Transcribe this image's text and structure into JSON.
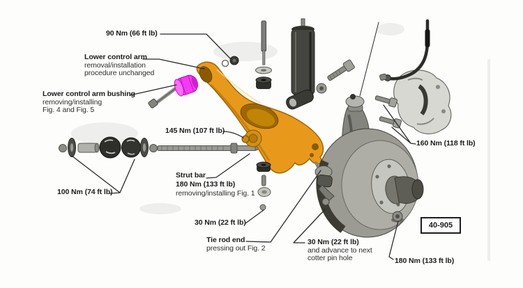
{
  "diagram": {
    "figure_number": "40-905",
    "colors": {
      "highlight_orange": "#E8991C",
      "highlight_magenta": "#F23CF2",
      "line_black": "#2a2a2a"
    },
    "labels": {
      "torque_90": "90 Nm (66 ft lb)",
      "lower_control_arm": {
        "title": "Lower control arm",
        "line2": "removal/installation",
        "line3": "procedure unchanged"
      },
      "lower_control_arm_bushing": {
        "title": "Lower control arm bushing",
        "line2": "removing/installing",
        "line3": "Fig. 4 and Fig. 5"
      },
      "torque_145": "145 Nm (107 ft lb)",
      "strut_bar": {
        "title": "Strut bar",
        "torque": "180 Nm (133 ft lb)",
        "note": "removing/installing Fig. 1"
      },
      "torque_100": "100 Nm (74 ft lb)",
      "torque_30_left": "30 Nm (22 ft lb)",
      "tie_rod_end": {
        "title": "Tie rod end",
        "note": "pressing out Fig. 2"
      },
      "torque_30_right": {
        "torque": "30 Nm (22 ft lb)",
        "line2": "and advance to next",
        "line3": "cotter pin hole"
      },
      "torque_160": "160 Nm (118 ft lb)",
      "torque_180_hub": "180 Nm (133 ft lb)"
    }
  }
}
